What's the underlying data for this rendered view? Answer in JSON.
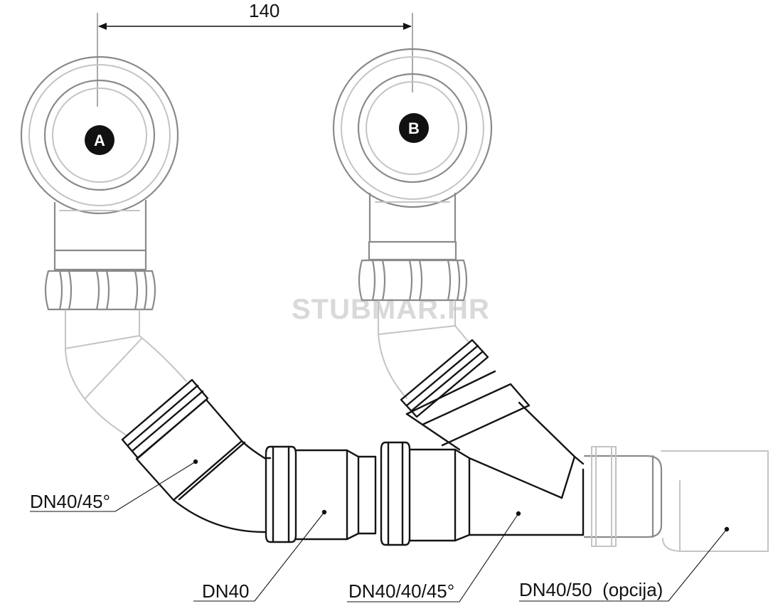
{
  "dimension": {
    "value": "140"
  },
  "markers": {
    "a": "A",
    "b": "B"
  },
  "watermark": "STUBMAR.HR",
  "labels": {
    "elbow": "DN40/45°",
    "pipe": "DN40",
    "branch": "DN40/40/45°",
    "reducer": "DN40/50  (opcija)"
  },
  "colors": {
    "outline_dark": "#141414",
    "outline_gray": "#8a8a8a",
    "outline_light": "#c4c4c4",
    "marker_fill": "#111111"
  },
  "icons": {
    "dimension_arrows": "arrowhead",
    "leader_dots": "dot"
  }
}
